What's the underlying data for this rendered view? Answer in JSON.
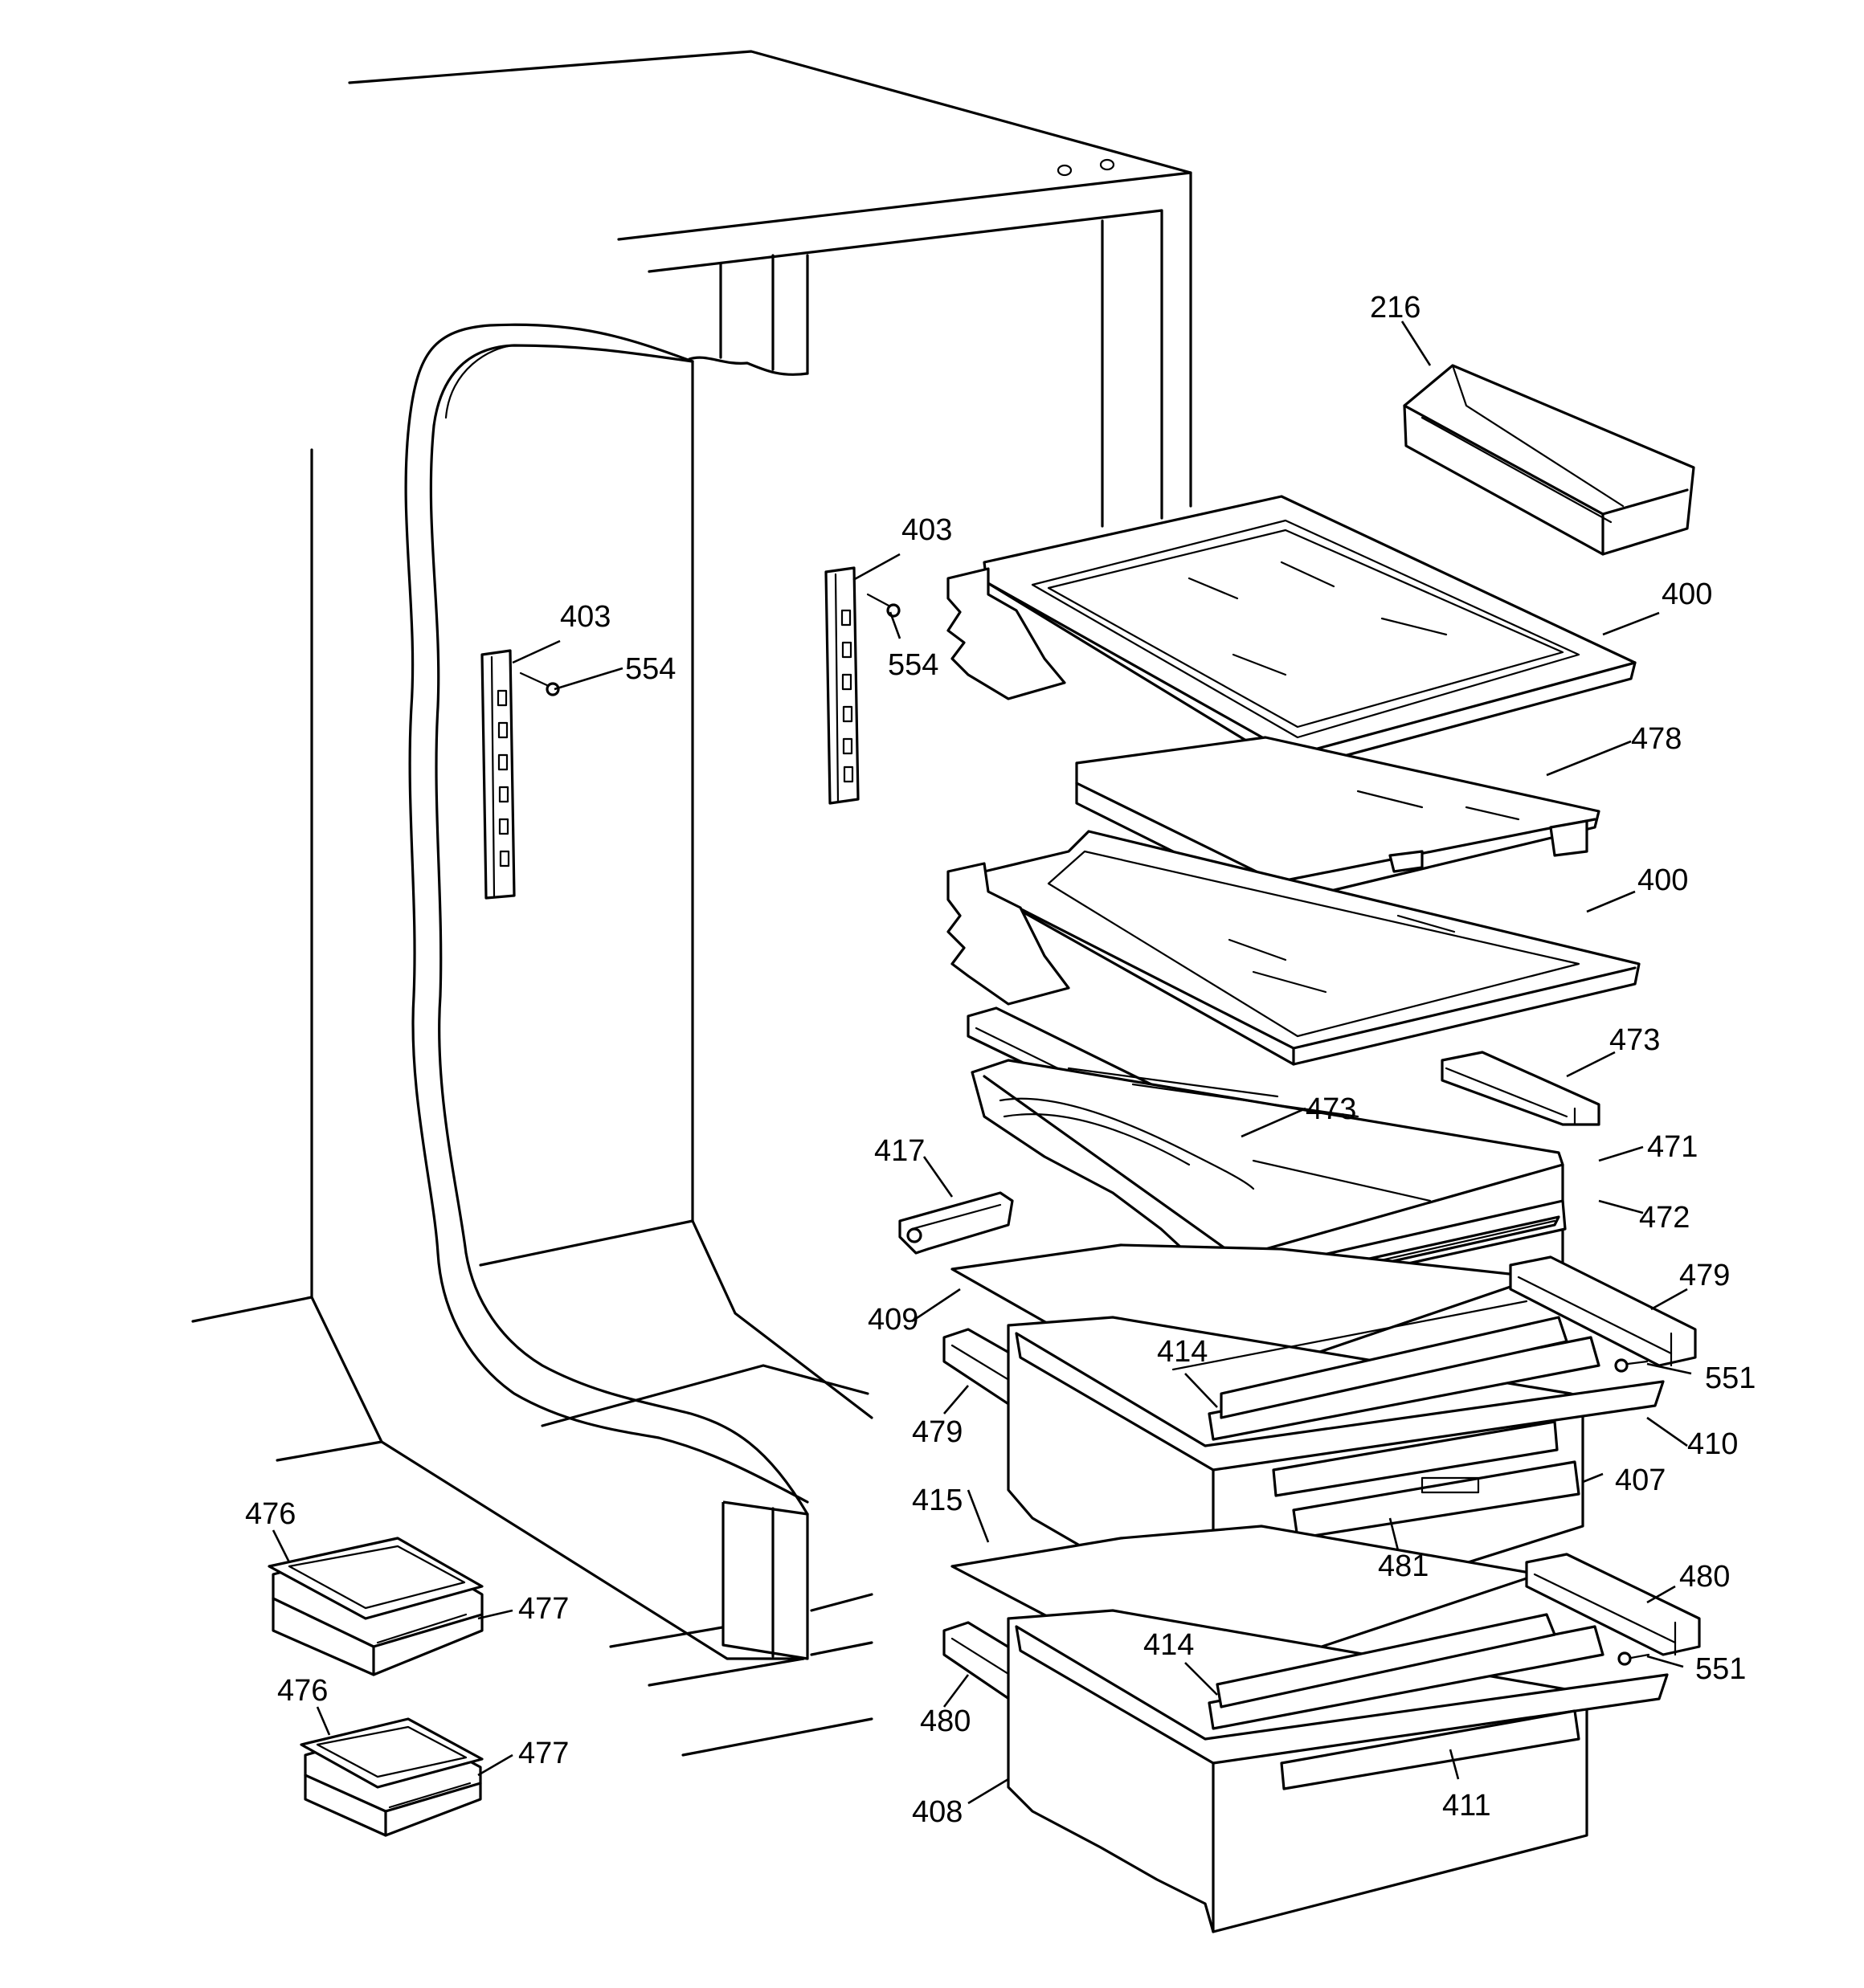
{
  "callouts": [
    {
      "id": "c216",
      "text": "216"
    },
    {
      "id": "c400a",
      "text": "400"
    },
    {
      "id": "c403a",
      "text": "403"
    },
    {
      "id": "c554a",
      "text": "554"
    },
    {
      "id": "c403b",
      "text": "403"
    },
    {
      "id": "c554b",
      "text": "554"
    },
    {
      "id": "c478",
      "text": "478"
    },
    {
      "id": "c400b",
      "text": "400"
    },
    {
      "id": "c473a",
      "text": "473"
    },
    {
      "id": "c473b",
      "text": "473"
    },
    {
      "id": "c471",
      "text": "471"
    },
    {
      "id": "c417",
      "text": "417"
    },
    {
      "id": "c472",
      "text": "472"
    },
    {
      "id": "c479a",
      "text": "479"
    },
    {
      "id": "c409",
      "text": "409"
    },
    {
      "id": "c414a",
      "text": "414"
    },
    {
      "id": "c551a",
      "text": "551"
    },
    {
      "id": "c479b",
      "text": "479"
    },
    {
      "id": "c410",
      "text": "410"
    },
    {
      "id": "c476a",
      "text": "476"
    },
    {
      "id": "c407",
      "text": "407"
    },
    {
      "id": "c415",
      "text": "415"
    },
    {
      "id": "c481",
      "text": "481"
    },
    {
      "id": "c477a",
      "text": "477"
    },
    {
      "id": "c480a",
      "text": "480"
    },
    {
      "id": "c476b",
      "text": "476"
    },
    {
      "id": "c414b",
      "text": "414"
    },
    {
      "id": "c551b",
      "text": "551"
    },
    {
      "id": "c477b",
      "text": "477"
    },
    {
      "id": "c480b",
      "text": "480"
    },
    {
      "id": "c411",
      "text": "411"
    },
    {
      "id": "c408",
      "text": "408"
    }
  ]
}
